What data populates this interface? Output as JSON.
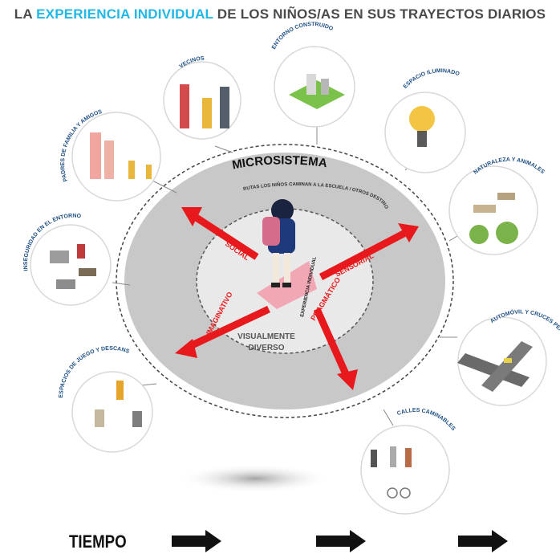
{
  "title": {
    "prefix": "LA ",
    "highlight": "EXPERIENCIA INDIVIDUAL",
    "suffix": " DE LOS NIÑOS/AS EN SUS TRAYECTOS DIARIOS"
  },
  "core": {
    "microsistema": "MICROSISTEMA",
    "routes_caption": "RUTAS LOS NIÑOS CAMINAN A LA ESCUELA / OTROS DESTINOS",
    "center_line1": "VISUALMENTE",
    "center_line2": "DIVERSO",
    "individual_experience": "EXPERIENCIA INDIVIDUAL"
  },
  "arrows": {
    "social": "SOCIAL",
    "sensorial": "SENSORIAL",
    "imaginativo": "IMAGINATIVO",
    "pragmatico": "PRAGMÁTICO"
  },
  "satellites": {
    "vecinos": "VECINOS",
    "entorno_construido": "ENTORNO CONSTRUIDO",
    "espacio_iluminado": "ESPACIO ILUMINADO",
    "naturaleza": "NATURALEZA Y ANIMALES",
    "automovil": "AUTOMÓVIL Y CRUCES PEATONALES",
    "calles": "CALLES CAMINABLES",
    "juego": "ESPACIOS DE JUEGO Y DESCANSO",
    "inseguridad": "INSEGURIDAD EN EL ENTORNO",
    "padres": "PADRES DE FAMILIA Y AMIGOS"
  },
  "footer": {
    "tiempo": "TIEMPO"
  },
  "colors": {
    "highlight": "#21b7e6",
    "arrow": "#e8191c",
    "ring": "#c8c8c8",
    "inner": "#e9e9e9"
  }
}
